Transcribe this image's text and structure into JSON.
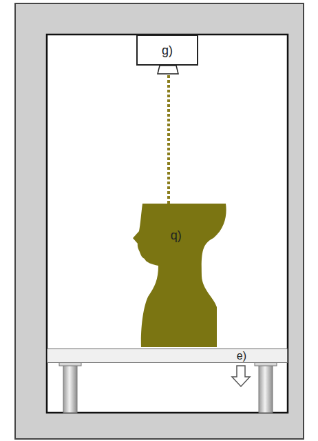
{
  "diagram": {
    "nodes": [
      {
        "text": [
          "g)"
        ]
      },
      {
        "text": [
          "q)"
        ]
      },
      {
        "text": [
          "e)"
        ]
      }
    ],
    "edges": [
      {
        "from": 0,
        "to": 1,
        "arrow": "none"
      }
    ]
  }
}
